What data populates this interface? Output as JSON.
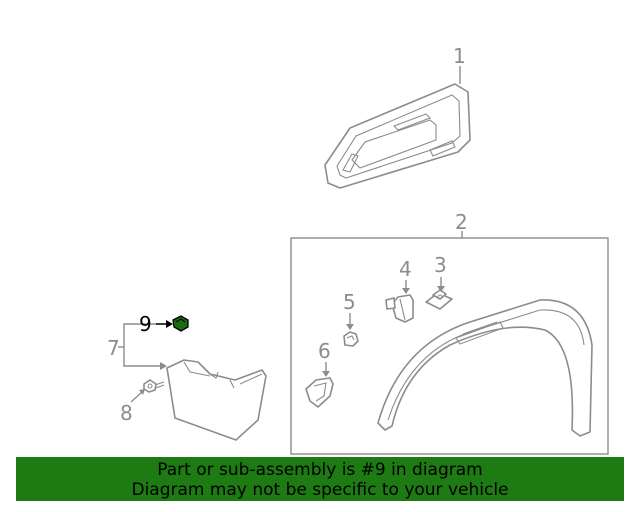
{
  "callouts": {
    "c1": "1",
    "c2": "2",
    "c3": "3",
    "c4": "4",
    "c5": "5",
    "c6": "6",
    "c7": "7",
    "c8": "8",
    "c9": "9"
  },
  "highlighted_part": "9",
  "colors": {
    "banner_bg": "#1e7a12",
    "line_gray": "#8c8c8c",
    "highlight_part": "#1b6b12"
  },
  "banner": {
    "line1": "Part or sub-assembly is #9 in diagram",
    "line2": "Diagram may not be specific to your vehicle"
  }
}
